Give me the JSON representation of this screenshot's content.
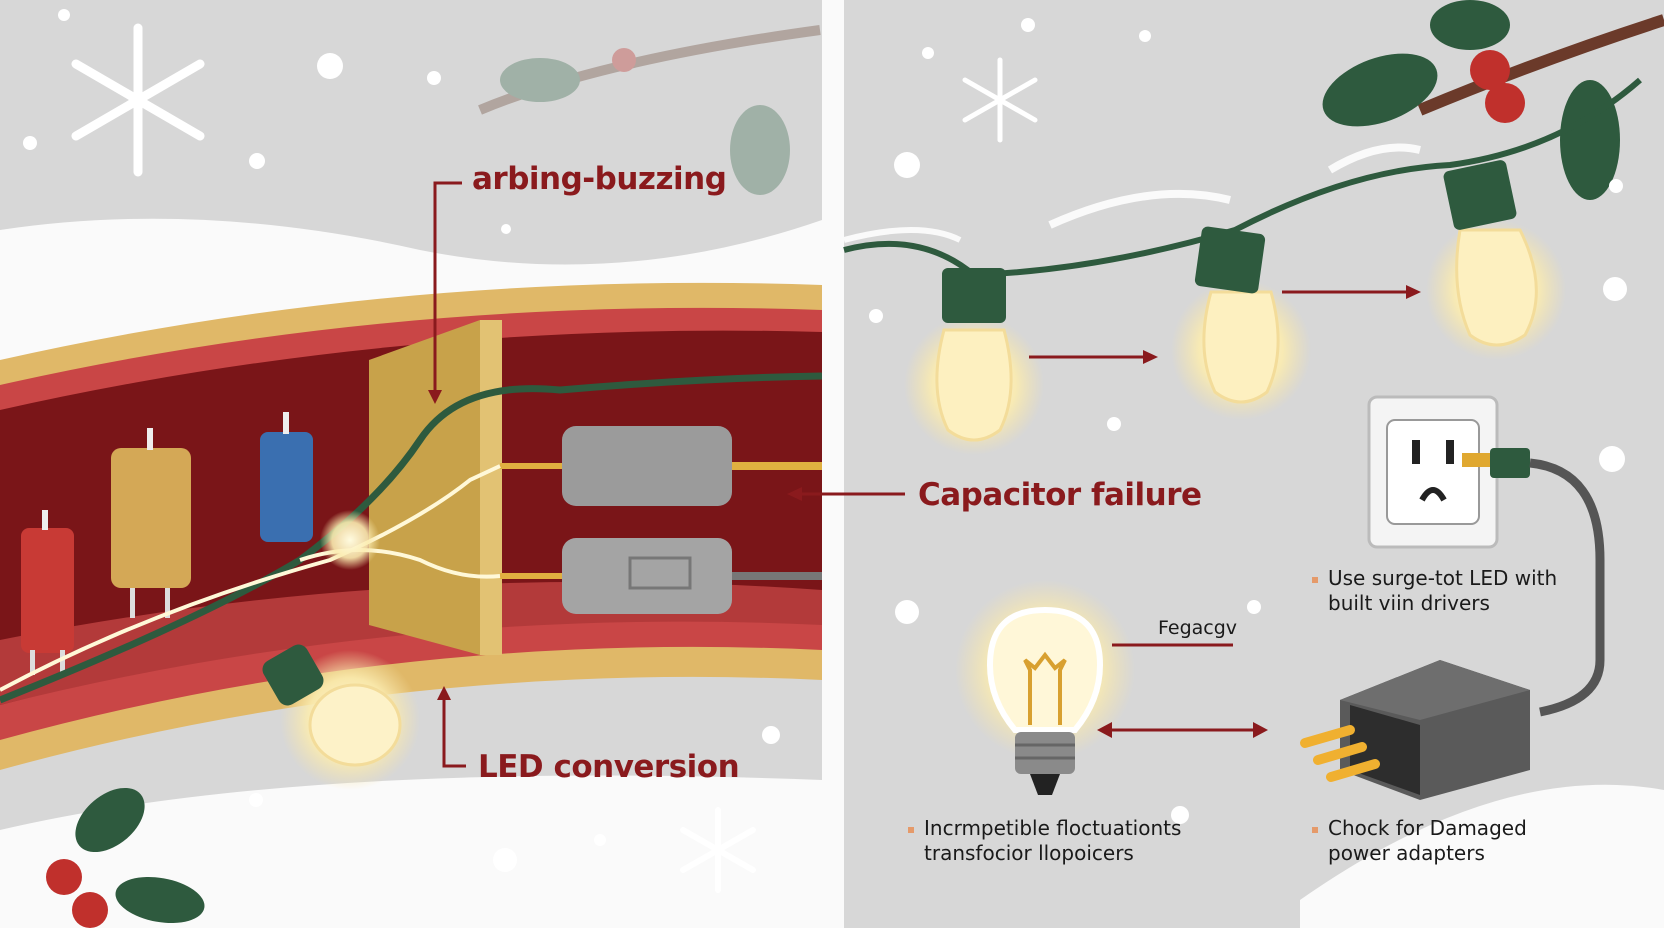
{
  "left_panel": {
    "labels": {
      "arcing": "arbing-buzzing",
      "capacitor": "Capacitor failure",
      "led": "LED conversion"
    }
  },
  "right_panel": {
    "tips": [
      {
        "line1": "Use surge-tot LED with",
        "line2": "built viin drivers"
      },
      {
        "line1": "Incrmpetible floctuationts",
        "line2": "transfocior llopoicers"
      },
      {
        "line1": "Chock for Damaged",
        "line2": "power adapters"
      }
    ],
    "frequency_label": "Fegacgv"
  },
  "colors": {
    "background": "#d7d7d7",
    "accent_red": "#8a1a1d",
    "wire_green": "#2e5a3e",
    "gold": "#d9b15a",
    "bullet": "#e59a6a"
  }
}
